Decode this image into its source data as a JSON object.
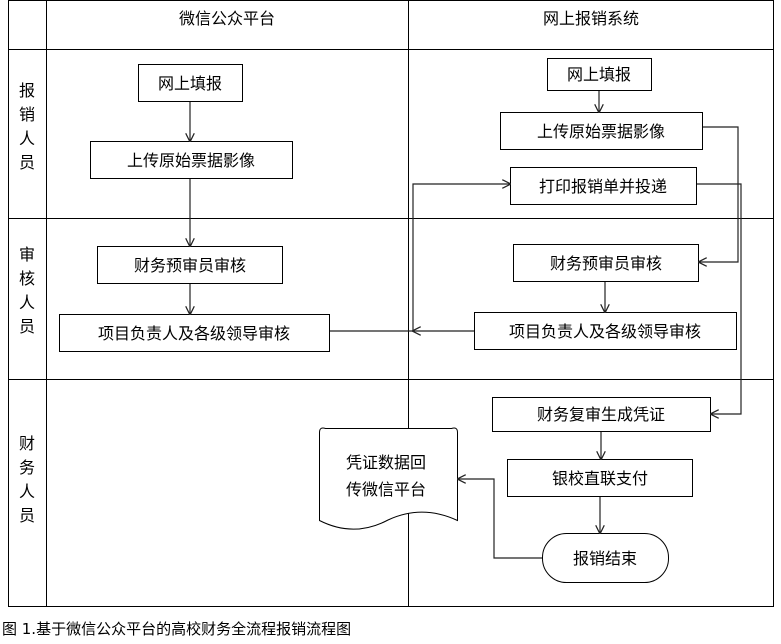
{
  "lanes": {
    "wechat": "微信公众平台",
    "system": "网上报销系统"
  },
  "roles": {
    "reporter": [
      "报",
      "销",
      "人",
      "员"
    ],
    "reviewer": [
      "审",
      "核",
      "人",
      "员"
    ],
    "finance": [
      "财",
      "务",
      "人",
      "员"
    ]
  },
  "boxes": {
    "w_fill": "网上填报",
    "w_upload": "上传原始票据影像",
    "w_prereview": "财务预审员审核",
    "w_leader": "项目负责人及各级领导审核",
    "s_fill": "网上填报",
    "s_upload": "上传原始票据影像",
    "s_print": "打印报销单并投递",
    "s_prereview": "财务预审员审核",
    "s_leader": "项目负责人及各级领导审核",
    "s_voucher": "财务复审生成凭证",
    "s_pay": "银校直联支付",
    "s_end": "报销结束",
    "doc_line1": "凭证数据回",
    "doc_line2": "传微信平台"
  },
  "caption": "图 1.基于微信公众平台的高校财务全流程报销流程图"
}
